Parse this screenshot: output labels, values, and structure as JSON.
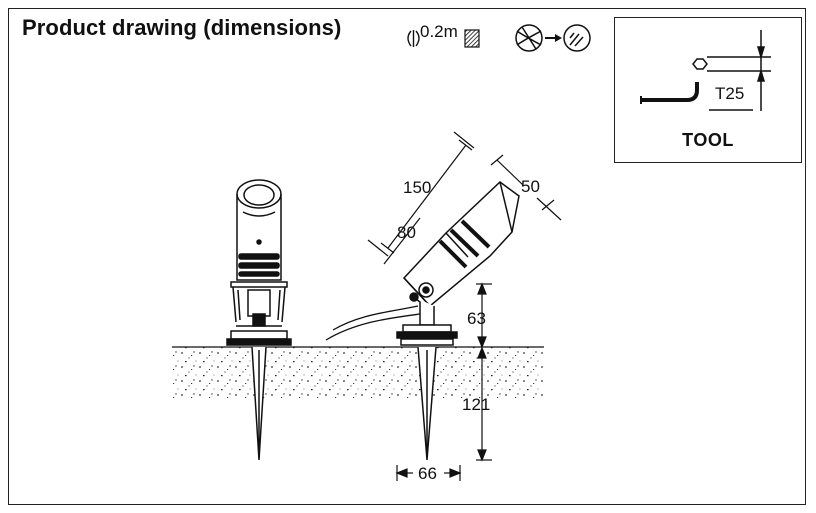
{
  "title": "Product drawing (dimensions)",
  "distance_label": "0.2m",
  "tool": {
    "label": "TOOL",
    "key_size": "T25"
  },
  "dimensions": {
    "body_length": "150",
    "body_segment": "80",
    "diameter": "50",
    "mount_height": "63",
    "spike_length": "121",
    "spike_width": "66"
  },
  "icons": [
    "min-distance-icon",
    "hatched-square-icon",
    "glass-replace-icon",
    "arrow-right-icon",
    "clean-glass-icon"
  ]
}
